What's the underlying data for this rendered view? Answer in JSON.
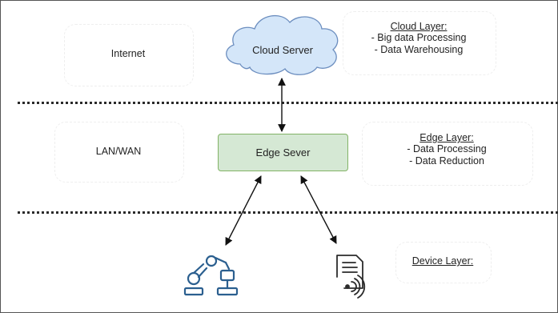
{
  "nodes": {
    "internet": "Internet",
    "cloud_server": "Cloud Server",
    "lan_wan": "LAN/WAN",
    "edge_server": "Edge Sever"
  },
  "layers": {
    "cloud": {
      "title": "Cloud Layer:",
      "items": [
        "- Big data Processing",
        "- Data Warehousing"
      ]
    },
    "edge": {
      "title": "Edge Layer:",
      "items": [
        "- Data Processing",
        "- Data Reduction"
      ]
    },
    "device": {
      "title": "Device Layer:"
    }
  },
  "colors": {
    "cloud_fill": "#d4e6f9",
    "cloud_stroke": "#6c8ebf",
    "edge_fill": "#d5e8d4",
    "edge_stroke": "#82b366",
    "device_icon": "#2b5f8f"
  },
  "icons": [
    "robot-arm-icon",
    "wireless-document-icon"
  ]
}
